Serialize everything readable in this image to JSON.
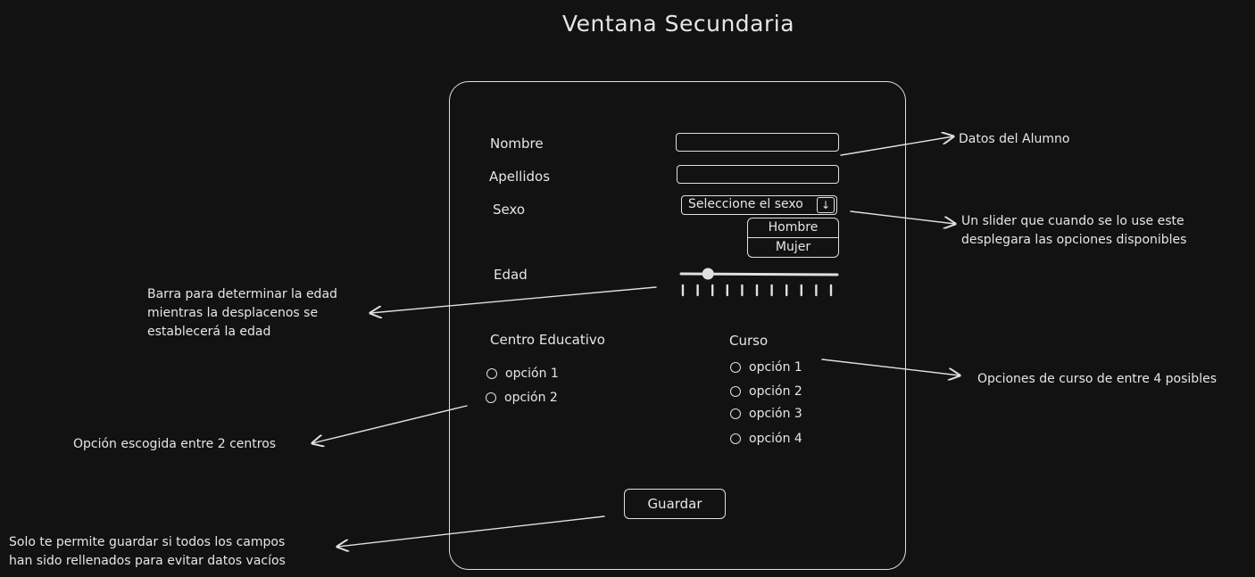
{
  "title": "Ventana Secundaria",
  "form": {
    "fields": {
      "nombre_label": "Nombre",
      "apellidos_label": "Apellidos",
      "sexo_label": "Sexo",
      "edad_label": "Edad"
    },
    "sexo_select": {
      "placeholder": "Seleccione el sexo",
      "caret_icon": "arrow-down-icon",
      "options": [
        "Hombre",
        "Mujer"
      ]
    },
    "edad_slider": {
      "value_fraction": 0.17,
      "ticks": 11
    },
    "centro": {
      "label": "Centro Educativo",
      "options": [
        "opción 1",
        "opción 2"
      ]
    },
    "curso": {
      "label": "Curso",
      "options": [
        "opción 1",
        "opción 2",
        "opción 3",
        "opción 4"
      ]
    },
    "save_button": "Guardar"
  },
  "annotations": {
    "datos": "Datos del Alumno",
    "slider": "Un slider que cuando se lo use este\ndesplegara las opciones disponibles",
    "edad": "Barra para determinar la edad\nmientras la desplacenos se\nestablecerá la edad",
    "centro": "Opción escogida entre 2 centros",
    "curso": "Opciones de curso de entre 4 posibles",
    "guardar": "Solo te permite guardar si todos los campos\nhan sido rellenados para evitar datos vacíos"
  },
  "colors": {
    "background": "#121212",
    "stroke": "#e0e0e0",
    "text": "#e6e6e6"
  }
}
